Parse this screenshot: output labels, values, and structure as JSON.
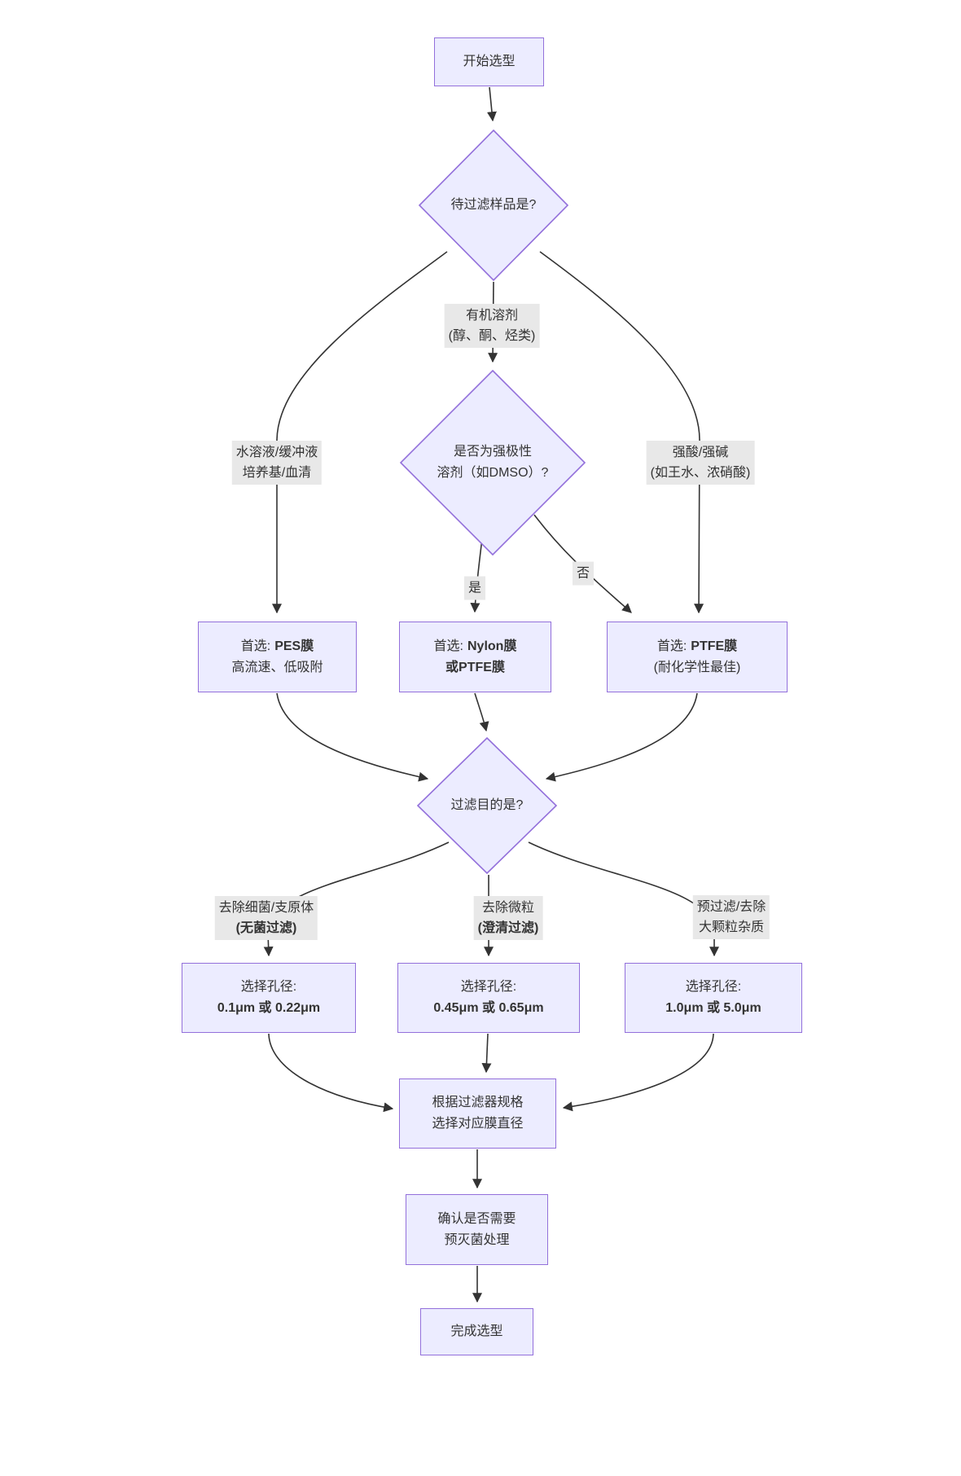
{
  "diagram": {
    "type": "flowchart",
    "colors": {
      "node_fill": "#ECECFF",
      "node_border": "#9370DB",
      "edge_line": "#333333",
      "edge_label_bg": "#e8e8e8",
      "text": "#333333",
      "background": "#ffffff"
    },
    "nodes": {
      "start": {
        "label": "开始选型"
      },
      "sample_question": {
        "label": "待过滤样品是?"
      },
      "polar_question": {
        "line1": "是否为强极性",
        "line2": "溶剂（如DMSO）?"
      },
      "pes": {
        "line1_prefix": "首选:",
        "line1_bold": "PES膜",
        "line2": "高流速、低吸附"
      },
      "nylon": {
        "line1_prefix": "首选:",
        "line1_bold": "Nylon膜",
        "line2": "或PTFE膜"
      },
      "ptfe": {
        "line1_prefix": "首选:",
        "line1_bold": "PTFE膜",
        "line2": "(耐化学性最佳)"
      },
      "purpose_question": {
        "label": "过滤目的是?"
      },
      "pore_sterile": {
        "line1": "选择孔径:",
        "line2": "0.1μm 或 0.22μm"
      },
      "pore_clarify": {
        "line1": "选择孔径:",
        "line2": "0.45μm 或 0.65μm"
      },
      "pore_prefilter": {
        "line1": "选择孔径:",
        "line2": "1.0μm 或 5.0μm"
      },
      "diameter": {
        "line1": "根据过滤器规格",
        "line2": "选择对应膜直径"
      },
      "presterilize": {
        "line1": "确认是否需要",
        "line2": "预灭菌处理"
      },
      "end": {
        "label": "完成选型"
      }
    },
    "edge_labels": {
      "aqueous": {
        "line1": "水溶液/缓冲液",
        "line2": "培养基/血清"
      },
      "organic": {
        "line1": "有机溶剂",
        "line2": "(醇、酮、烃类)"
      },
      "acid": {
        "line1": "强酸/强碱",
        "line2": "(如王水、浓硝酸)"
      },
      "yes": {
        "label": "是"
      },
      "no": {
        "label": "否"
      },
      "sterile": {
        "line1": "去除细菌/支原体",
        "line2": "(无菌过滤)"
      },
      "clarify": {
        "line1": "去除微粒",
        "line2": "(澄清过滤)"
      },
      "prefilter": {
        "line1": "预过滤/去除",
        "line2": "大颗粒杂质"
      }
    }
  }
}
